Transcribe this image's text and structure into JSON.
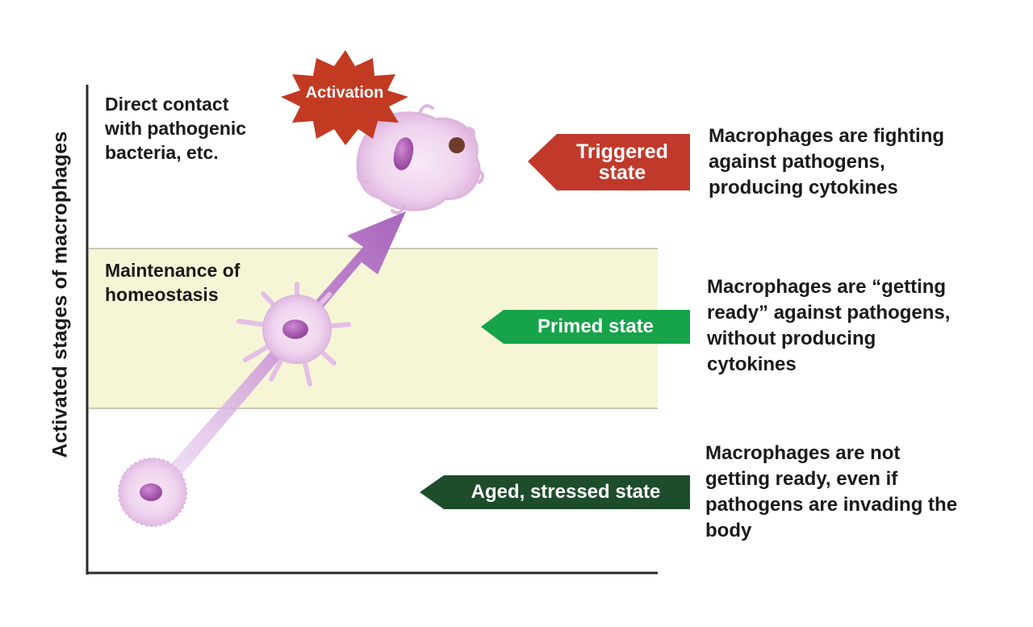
{
  "y_axis_label": "Activated stages of macrophages",
  "colors": {
    "band": "#f6f6d6",
    "triggered": "#c0392b",
    "primed": "#16a34a",
    "aged": "#1e4d2b",
    "activation_burst": "#c23a22",
    "cell": "#efd4ee",
    "nucleus": "#a04aa6",
    "arrow": "#b67ac6"
  },
  "activation_badge": {
    "label": "Activation",
    "icon": "starburst"
  },
  "context_labels": {
    "triggered": [
      "Direct contact",
      "with pathogenic",
      "bacteria, etc."
    ],
    "primed": [
      "Maintenance of",
      "homeostasis"
    ]
  },
  "states": [
    {
      "id": "triggered",
      "tag_lines": [
        "Triggered",
        "state"
      ],
      "description": [
        "Macrophages are fighting",
        "against pathogens,",
        "producing cytokines"
      ]
    },
    {
      "id": "primed",
      "tag_lines": [
        "Primed state"
      ],
      "description": [
        "Macrophages are “getting",
        "ready” against pathogens,",
        "without producing",
        "cytokines"
      ]
    },
    {
      "id": "aged",
      "tag_lines": [
        "Aged, stressed state"
      ],
      "description": [
        "Macrophages are not",
        "getting ready, even if",
        "pathogens are invading the",
        "body"
      ]
    }
  ],
  "cells": [
    {
      "stage": "aged",
      "icon": "resting-macrophage-cell"
    },
    {
      "stage": "primed",
      "icon": "primed-macrophage-cell"
    },
    {
      "stage": "triggered",
      "icon": "activated-macrophage-cell"
    }
  ]
}
